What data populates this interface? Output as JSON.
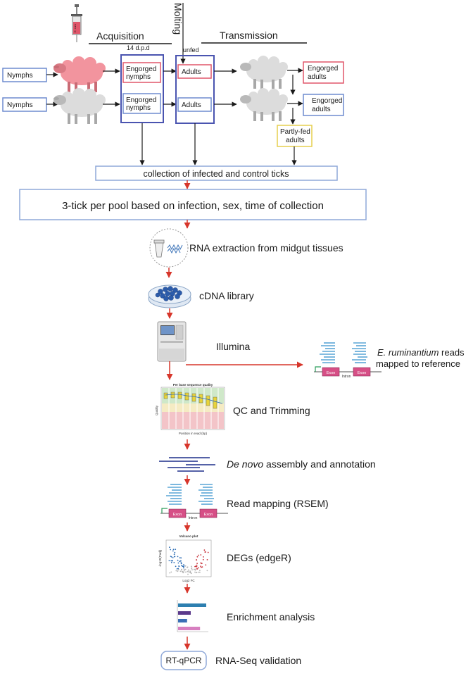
{
  "top": {
    "syringe_label": "E. rum",
    "acquisition": "Acquisition",
    "molting": "Molting",
    "transmission": "Transmission",
    "dpd": "14 d.p.d",
    "unfed": "unfed",
    "nymphs_1": "Nymphs",
    "nymphs_2": "Nymphs",
    "engorged_nymphs_1a": "Engorged",
    "engorged_nymphs_1b": "nymphs",
    "engorged_nymphs_2a": "Engorged",
    "engorged_nymphs_2b": "nymphs",
    "adults_1": "Adults",
    "adults_2": "Adults",
    "engorged_adults_1a": "Engorged",
    "engorged_adults_1b": "adults",
    "engorged_adults_2a": "Engorged",
    "engorged_adults_2b": "adults",
    "partly_fed_a": "Partly-fed",
    "partly_fed_b": "adults"
  },
  "collection": "collection of infected and control ticks",
  "pooling": "3-tick per pool based on infection, sex, time of collection",
  "steps": {
    "rna_extraction": "RNA extraction from midgut tissues",
    "cdna": "cDNA library",
    "illumina": "Illumina",
    "qc": "QC and Trimming",
    "denovo_italic": "De novo",
    "denovo_rest": " assembly and annotation",
    "read_mapping": "Read mapping  (RSEM)",
    "degs": "DEGs (edgeR)",
    "enrichment": "Enrichment analysis",
    "rtqpcr_box": "RT-qPCR",
    "validation": "RNA-Seq validation"
  },
  "side": {
    "er_italic": "E. ruminantium",
    "er_rest": " reads",
    "mapped": "mapped to reference"
  },
  "genes": {
    "exon_left": "Exon",
    "exon_right": "Exon",
    "intron": "Intron"
  },
  "qc_plot": {
    "title": "Per base sequence quality",
    "ylabel": "Quality",
    "xlabel": "Position in read (bp)"
  },
  "volcano": {
    "title": "Volcano plot",
    "ylabel": "-log10(Padj)",
    "xlabel": "Log2 FC"
  },
  "bars": {
    "values": [
      1.0,
      0.45,
      0.32,
      0.78
    ],
    "colors": [
      "#2d7fb0",
      "#5b3a8c",
      "#3a6fb5",
      "#d77fc0"
    ]
  },
  "colors": {
    "red_arrow": "#d7362b",
    "pink_box": "#e0566a",
    "blue_box": "#6e8ccf",
    "yellow_box": "#e6cf4e",
    "stage_frame": "#4a54b0"
  }
}
